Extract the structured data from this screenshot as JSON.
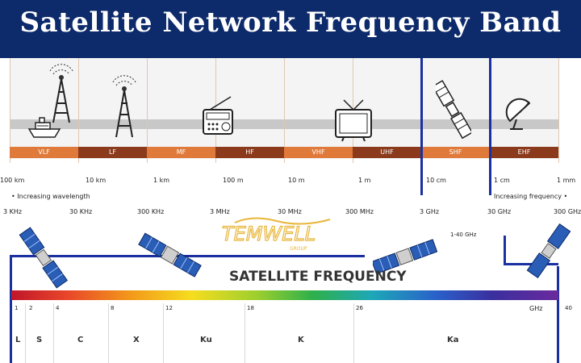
{
  "title": "Satellite Network Frequency Band",
  "bands_top": [
    "VLF",
    "LF",
    "MF",
    "HF",
    "VHF",
    "UHF",
    "SHF",
    "EHF"
  ],
  "wavelengths": [
    "100 km",
    "10 km",
    "1 km",
    "100 m",
    "10 m",
    "1 m",
    "10 cm",
    "1 cm",
    "1 mm"
  ],
  "wavelength_note": "• Increasing wavelength",
  "frequency_note": "Increasing frequency •",
  "frequencies": [
    "3 KHz",
    "30 KHz",
    "300 KHz",
    "3 MHz",
    "30 MHz",
    "300 MHz",
    "3 GHz",
    "30 GHz",
    "300 GHz"
  ],
  "satellite_range": "1-40 GHz",
  "logo_text": "TEMWELL",
  "logo_sub": "GROUP",
  "satellite_title": "SATELLITE FREQUENCY",
  "ghz_ticks": [
    "1",
    "2",
    "4",
    "8",
    "12",
    "18",
    "26",
    "40"
  ],
  "ghz_unit": "GHz",
  "bands_bottom": [
    "L",
    "S",
    "C",
    "X",
    "Ku",
    "K",
    "Ka"
  ],
  "colors": {
    "title_bg": "#0d2a6b",
    "band_light": "#e07a3a",
    "band_dark": "#8b3a1c",
    "accent_line": "#1a2fa0"
  },
  "icons": [
    "ship-icon",
    "radio-tower-icon",
    "radio-tower-icon",
    "radio-icon",
    "tv-icon",
    "satellite-icon",
    "satellite-dish-icon",
    "satellite-icon"
  ]
}
